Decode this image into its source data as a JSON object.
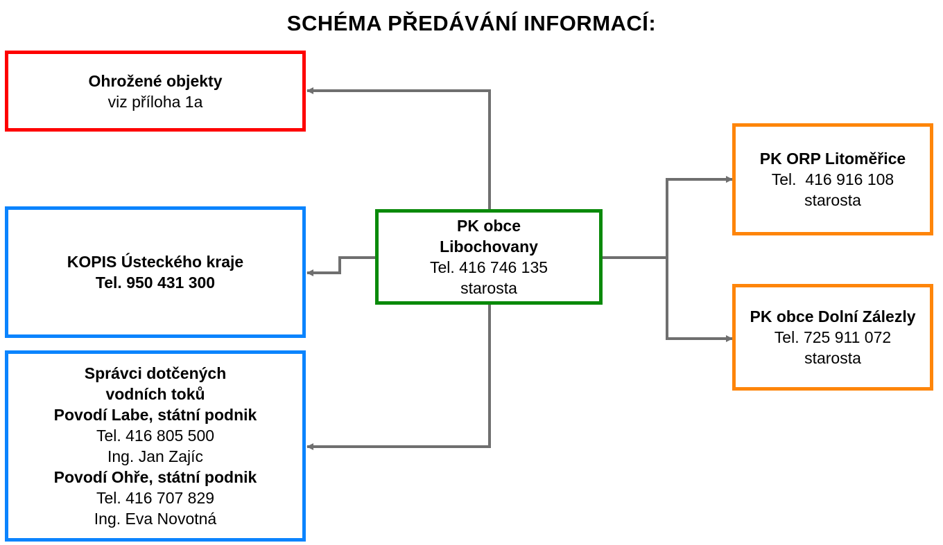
{
  "title": "SCHÉMA PŘEDÁVÁNÍ INFORMACÍ:",
  "colors": {
    "red": "#fe0000",
    "blue": "#0b84fe",
    "green": "#0a8a0a",
    "orange": "#fe850a",
    "connector": "#6f6f6f"
  },
  "nodes": {
    "threatened": {
      "name": "Ohrožené objekty",
      "detail": "viz příloha 1a"
    },
    "kopis": {
      "name": "KOPIS Ústeckého kraje",
      "phone": "Tel. 950 431 300"
    },
    "administrators": {
      "heading_1": "Správci dotčených",
      "heading_2": "vodních toků",
      "org_1": "Povodí Labe, státní podnik",
      "org_1_phone": "Tel. 416 805 500",
      "org_1_person": "Ing. Jan Zajíc",
      "org_2": "Povodí Ohře, státní podnik",
      "org_2_phone": "Tel. 416 707 829",
      "org_2_person": "Ing. Eva Novotná"
    },
    "center": {
      "name_1": "PK obce",
      "name_2": "Libochovany",
      "phone": "Tel. 416 746 135",
      "role": "starosta"
    },
    "orp": {
      "name": "PK ORP Litoměřice",
      "phone": "Tel.  416 916 108",
      "role": "starosta"
    },
    "dolni": {
      "name": "PK obce Dolní Zálezly",
      "phone": "Tel. 725 911 072",
      "role": "starosta"
    }
  },
  "edges": [
    {
      "from": "center",
      "to": "threatened"
    },
    {
      "from": "center",
      "to": "kopis"
    },
    {
      "from": "center",
      "to": "administrators"
    },
    {
      "from": "center",
      "to": "orp"
    },
    {
      "from": "center",
      "to": "dolni"
    }
  ]
}
